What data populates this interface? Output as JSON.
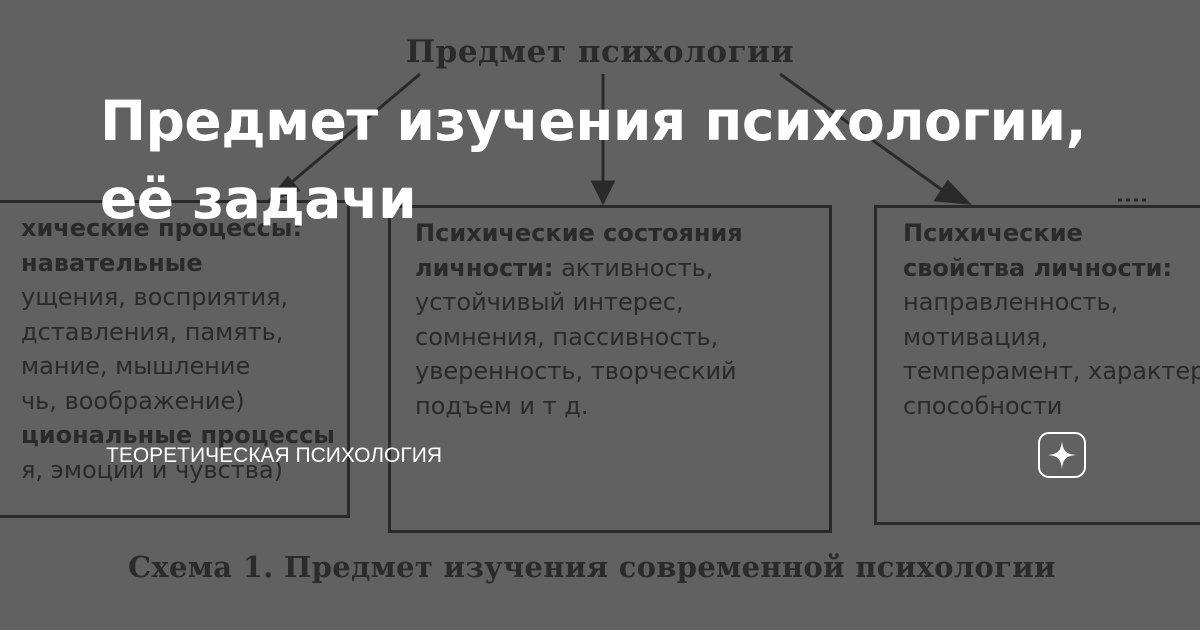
{
  "diagram": {
    "title": "Предмет психологии",
    "boxes": [
      {
        "lines": [
          {
            "text": "хические процессы:",
            "bold": true
          },
          {
            "text": "навательные",
            "bold": true
          },
          {
            "text": "ущения, восприятия,",
            "bold": false
          },
          {
            "text": "дставления, память,",
            "bold": false
          },
          {
            "text": "мание, мышление",
            "bold": false
          },
          {
            "text": "чь, воображение)",
            "bold": false
          },
          {
            "text": "циональные процессы",
            "bold": true
          },
          {
            "text": "я, эмоции и чувства)",
            "bold": false
          }
        ]
      },
      {
        "lines": [
          {
            "text": "Психические состояния",
            "bold": true
          },
          {
            "text": "личности: активность,",
            "bold": false,
            "bold_prefix": "личности:"
          },
          {
            "text": "устойчивый интерес,",
            "bold": false
          },
          {
            "text": "сомнения, пассивность,",
            "bold": false
          },
          {
            "text": "уверенность, творческий",
            "bold": false
          },
          {
            "text": "подъем и т д.",
            "bold": false
          }
        ]
      },
      {
        "lines": [
          {
            "text": "Психические",
            "bold": true
          },
          {
            "text": "свойства личности:",
            "bold": true
          },
          {
            "text": "направленность,",
            "bold": false
          },
          {
            "text": "мотивация,",
            "bold": false
          },
          {
            "text": "темперамент, характер,",
            "bold": false
          },
          {
            "text": "способности",
            "bold": false
          }
        ]
      }
    ],
    "caption": "Схема 1. Предмет изучения современной психологии"
  },
  "overlay": {
    "title_line1": "Предмет изучения психологии,",
    "title_line2": "её задачи",
    "channel": "ТЕОРЕТИЧЕСКАЯ ПСИХОЛОГИЯ",
    "logo_icon": "zen-star-icon"
  },
  "colors": {
    "background": "#616161",
    "diagram_ink": "#2a2a2a",
    "overlay_text": "#ffffff"
  }
}
